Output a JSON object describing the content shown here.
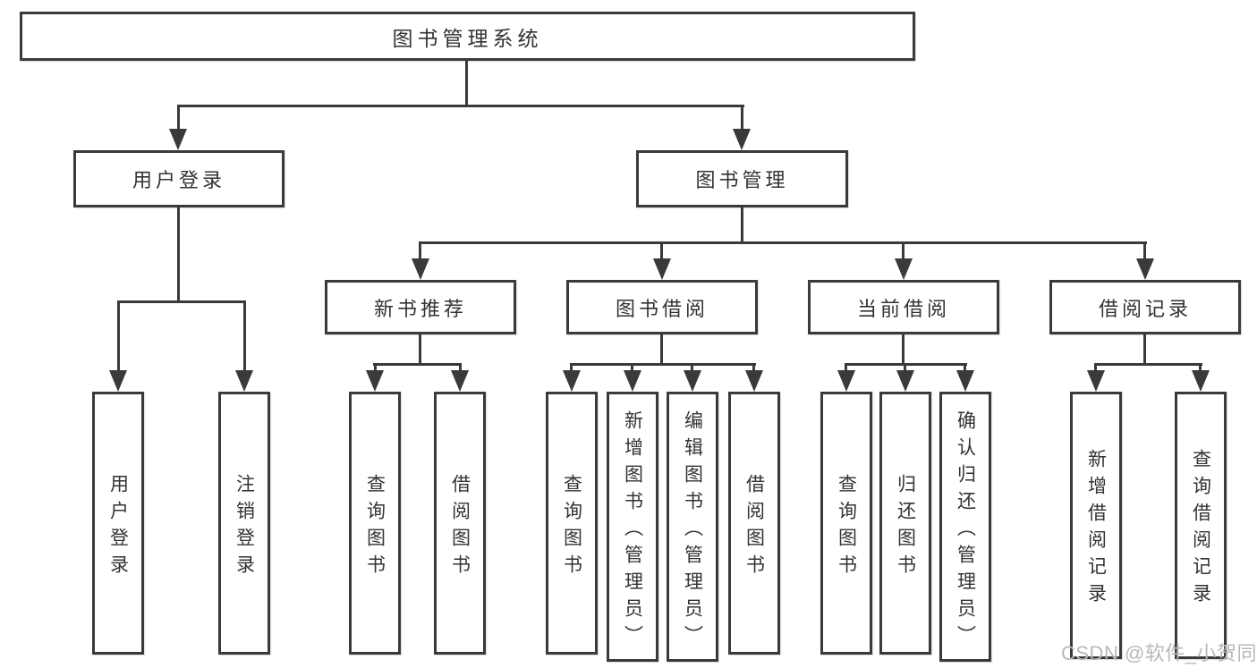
{
  "diagram": {
    "root": "图书管理系统",
    "level2": [
      "用户登录",
      "图书管理"
    ],
    "level3": [
      "新书推荐",
      "图书借阅",
      "当前借阅",
      "借阅记录"
    ],
    "leaves": {
      "user_login": [
        "用户登录",
        "注销登录"
      ],
      "new_book": [
        "查询图书",
        "借阅图书"
      ],
      "book_borrow": [
        "查询图书",
        "新增图书（管理员）",
        "编辑图书（管理员）",
        "借阅图书"
      ],
      "current_borrow": [
        "查询图书",
        "归还图书",
        "确认归还（管理员）"
      ],
      "records": [
        "新增借阅记录",
        "查询借阅记录"
      ]
    }
  },
  "watermark": "CSDN @软件_小贺同学",
  "colors": {
    "line": "#3a3a3a",
    "text": "#333333",
    "background": "#ffffff",
    "watermark": "#b6b9bc"
  }
}
